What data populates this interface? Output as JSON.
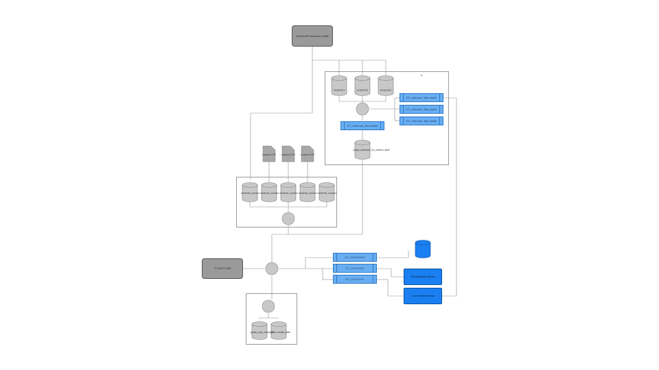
{
  "diagram": {
    "top_box": "Incident API connector scripts",
    "left_box": "TO UNITY IDM",
    "source_dbs": [
      "SOURCE1",
      "SOURCE2",
      "SOURCE3"
    ],
    "etl_right": [
      "ETL_xxStructure_Table_Builder",
      "ETL_xxStructure_Table_Builder",
      "ETL_xxStructure_Table_Builder"
    ],
    "etl_center": "ETL_xxStructure_Table_Builder",
    "output_db": "output_database_for_newenv_table",
    "csv_files": [
      "Incident CSV",
      "Incident CSV",
      "Incident CSV"
    ],
    "mid_dbs": [
      "incidentx_sources",
      "incidentx_sources",
      "incidentx_sources",
      "incidentx_sources",
      "incidentx_sources"
    ],
    "etl_lower": [
      "ETL_XXXXXXXXXX",
      "ETL_XXXXXXXXX",
      "ETL_XXXXXXXXX"
    ],
    "blue_boxes": [
      "Tech Additional Tableau",
      "_Live Incident Tableau"
    ],
    "bottom_dbs": [
      "global_caps_index_tbl",
      "global_results_table"
    ],
    "dot": "·"
  }
}
